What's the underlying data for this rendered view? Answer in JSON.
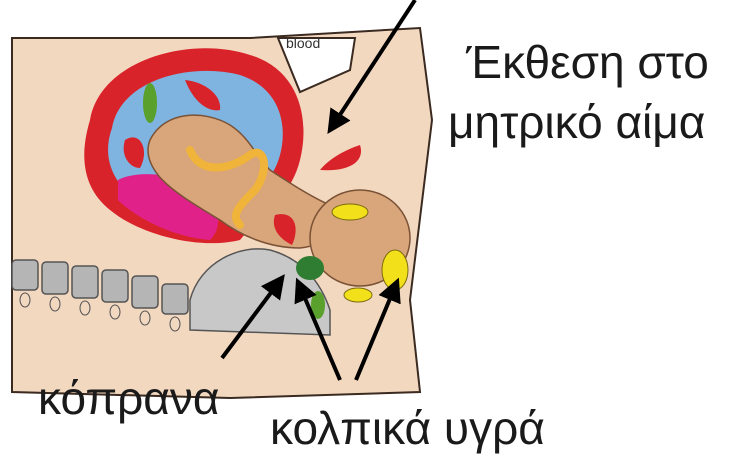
{
  "labels": {
    "maternal_blood_line1": "Έκθεση στο",
    "maternal_blood_line2": "μητρικό αίμα",
    "feces": "κόπρανα",
    "vaginal_fluids": "κολπικά υγρά",
    "partial_callout_text": "blood"
  },
  "colors": {
    "skin": "#f3d8c0",
    "uterus_wall": "#d9232a",
    "amniotic_fluid": "#7fb3e0",
    "placenta": "#e0218a",
    "umbilical_cord": "#f0b43a",
    "fetus": "#d9a57a",
    "blood_drops": "#d9232a",
    "green_spots": "#5aa02c",
    "yellow_spots": "#f2e01a",
    "spine": "#b5b5b5",
    "pelvic_bone": "#c8c8c8",
    "arrows": "#000000"
  }
}
